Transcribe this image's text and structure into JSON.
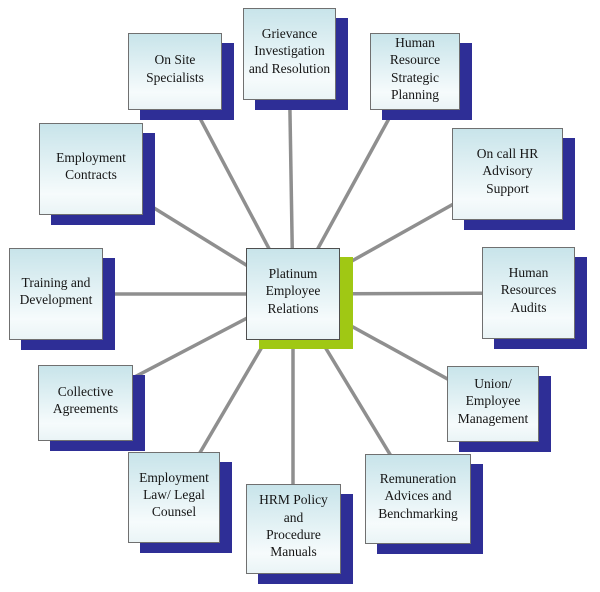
{
  "diagram": {
    "type": "hub-and-spoke",
    "center": {
      "label": "Platinum\nEmployee\nRelations"
    },
    "nodes": [
      {
        "id": "grievance-investigation",
        "label": "Grievance\nInvestigation\nand Resolution"
      },
      {
        "id": "hr-strategic-planning",
        "label": "Human\nResource\nStrategic\nPlanning"
      },
      {
        "id": "on-call-hr-advisory",
        "label": "On call HR\nAdvisory\nSupport"
      },
      {
        "id": "hr-audits",
        "label": "Human\nResources\nAudits"
      },
      {
        "id": "union-employee-management",
        "label": "Union/\nEmployee\nManagement"
      },
      {
        "id": "remuneration-benchmarking",
        "label": "Remuneration\nAdvices and\nBenchmarking"
      },
      {
        "id": "hrm-policy-manuals",
        "label": "HRM Policy\nand\nProcedure\nManuals"
      },
      {
        "id": "employment-law-counsel",
        "label": "Employment\nLaw/ Legal\nCounsel"
      },
      {
        "id": "collective-agreements",
        "label": "Collective\nAgreements"
      },
      {
        "id": "training-development",
        "label": "Training and\nDevelopment"
      },
      {
        "id": "employment-contracts",
        "label": "Employment\nContracts"
      },
      {
        "id": "on-site-specialists",
        "label": "On Site\nSpecialists"
      }
    ],
    "colors": {
      "shadow_navy": "#2e2e96",
      "shadow_green": "#a0c814",
      "connector_gray": "#8f8f8f",
      "box_border": "#707070"
    }
  }
}
